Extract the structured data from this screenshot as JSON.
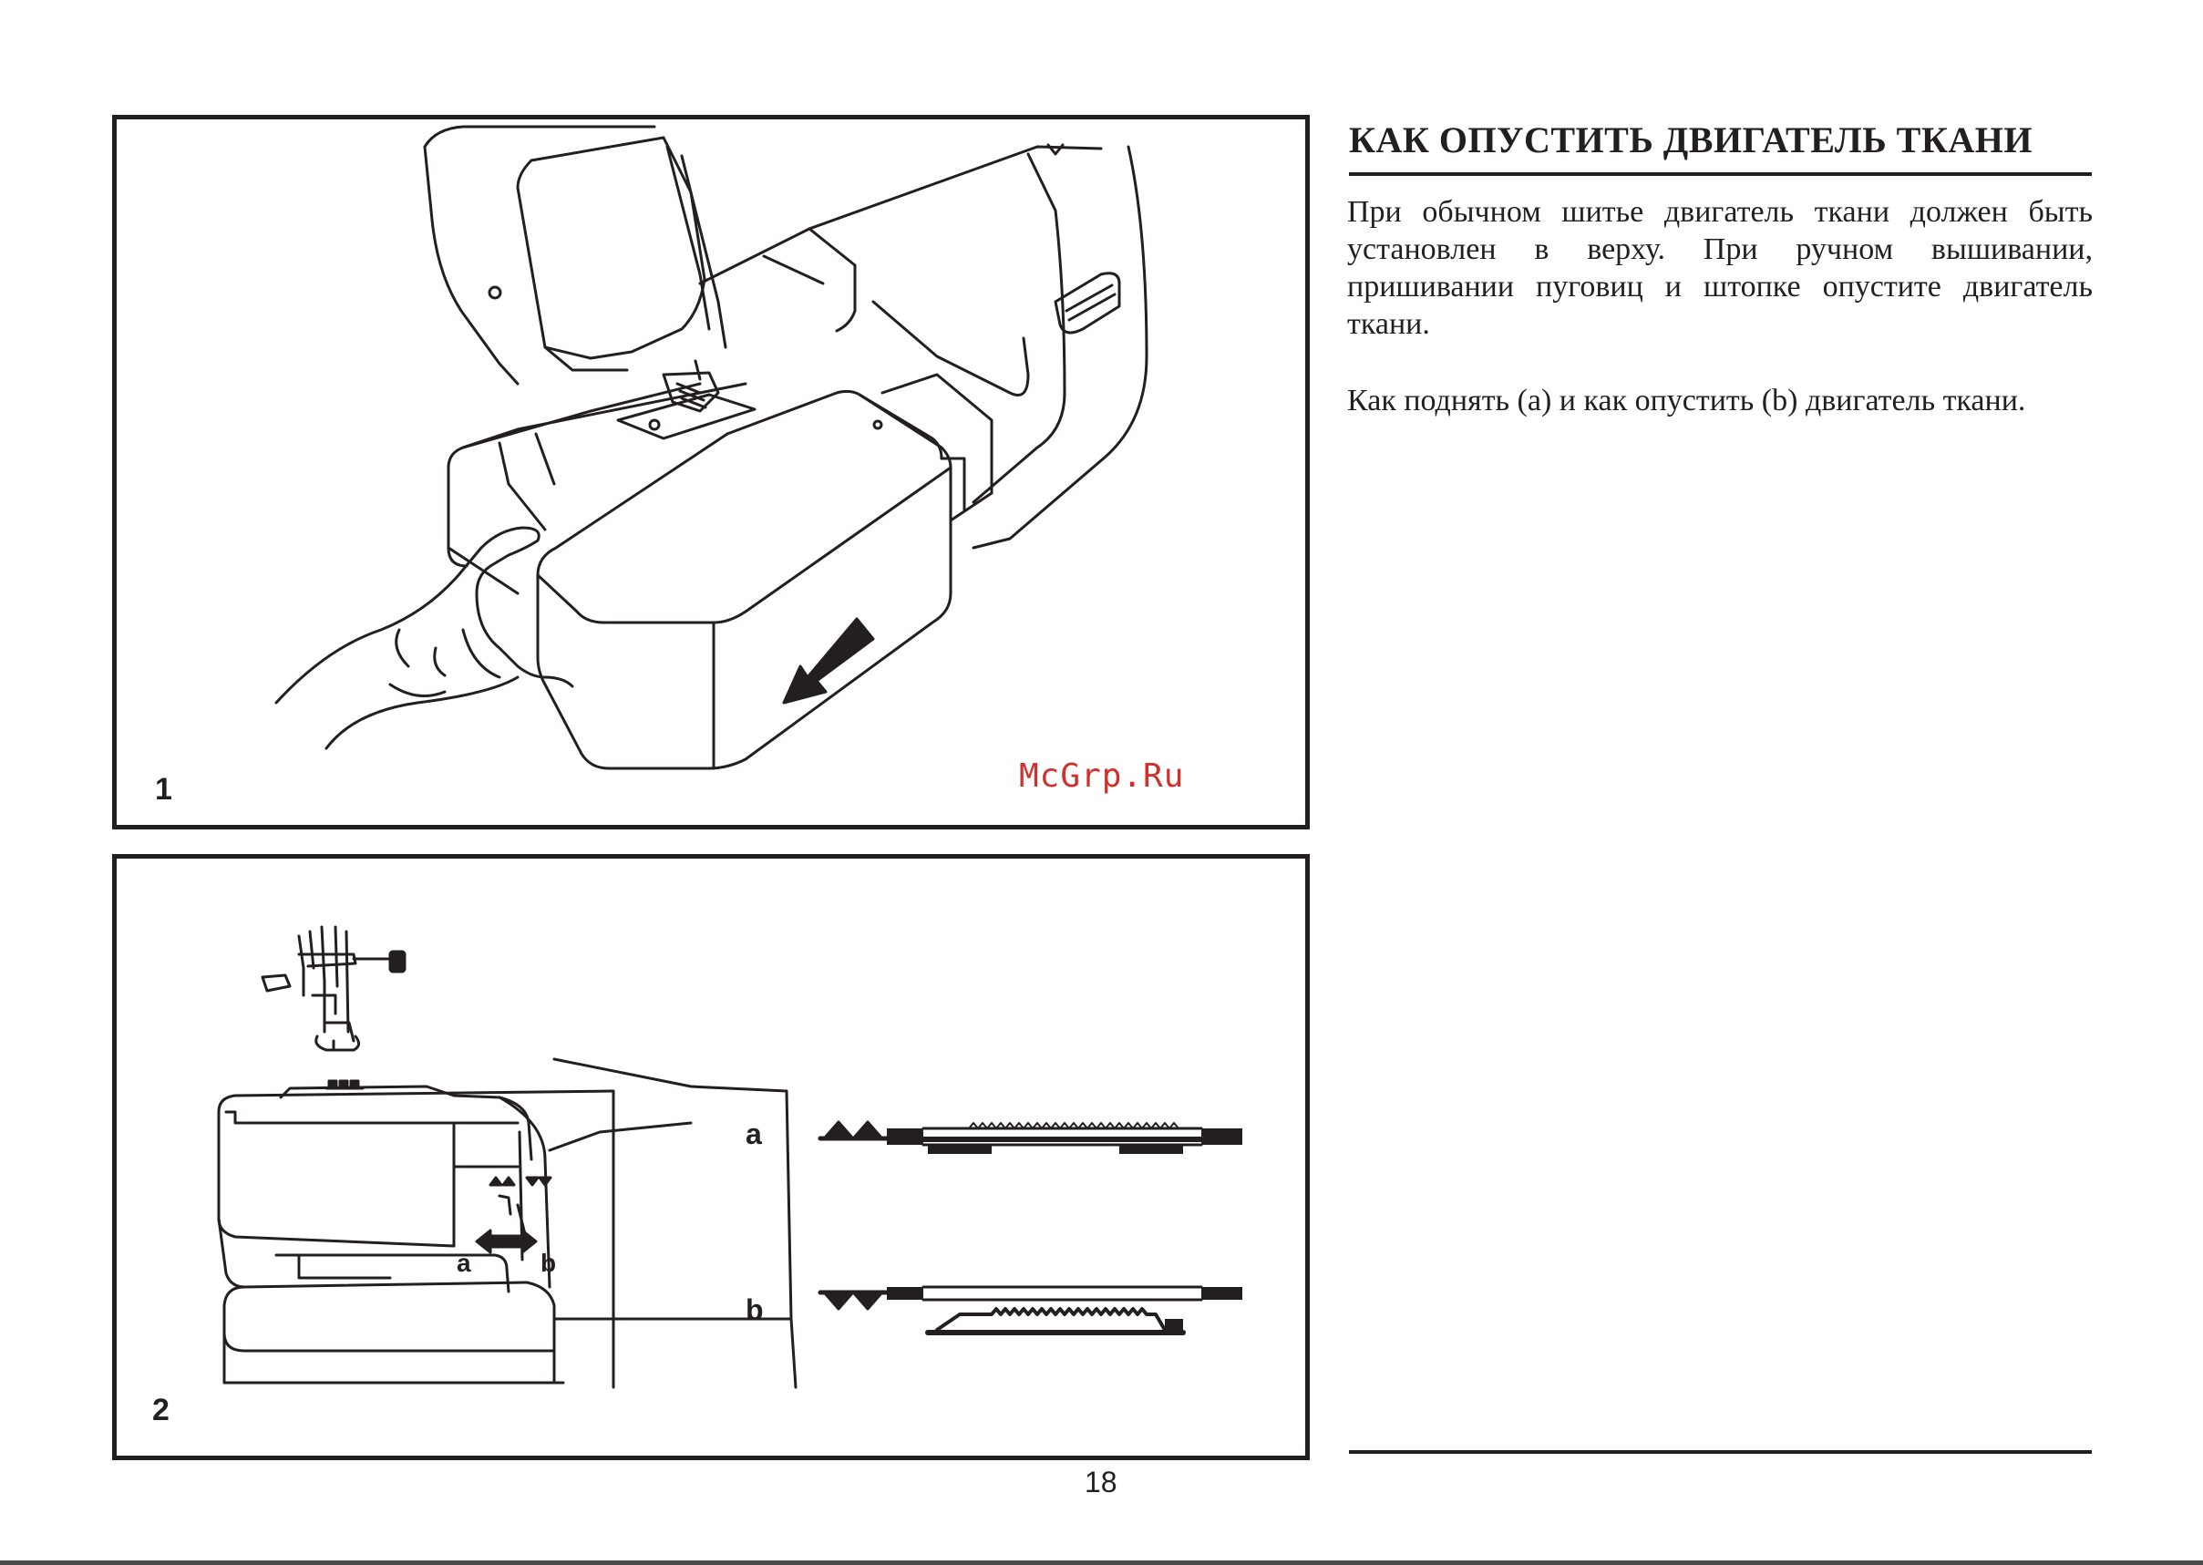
{
  "figure1": {
    "number": "1",
    "watermark": "McGrp.Ru"
  },
  "figure2": {
    "number": "2",
    "lever_label_a": "a",
    "lever_label_b": "b",
    "position_a_label": "a",
    "position_b_label": "b"
  },
  "section": {
    "title": "КАК ОПУСТИТЬ ДВИГАТЕЛЬ ТКАНИ",
    "paragraph1": "При обычном шитье двигатель ткани должен быть установлен в верху. При ручном вышивании, пришивании пуговиц и штопке опустите двигатель ткани.",
    "paragraph2": "Как поднять (a) и как опустить (b) двигатель ткани."
  },
  "page_number": "18"
}
